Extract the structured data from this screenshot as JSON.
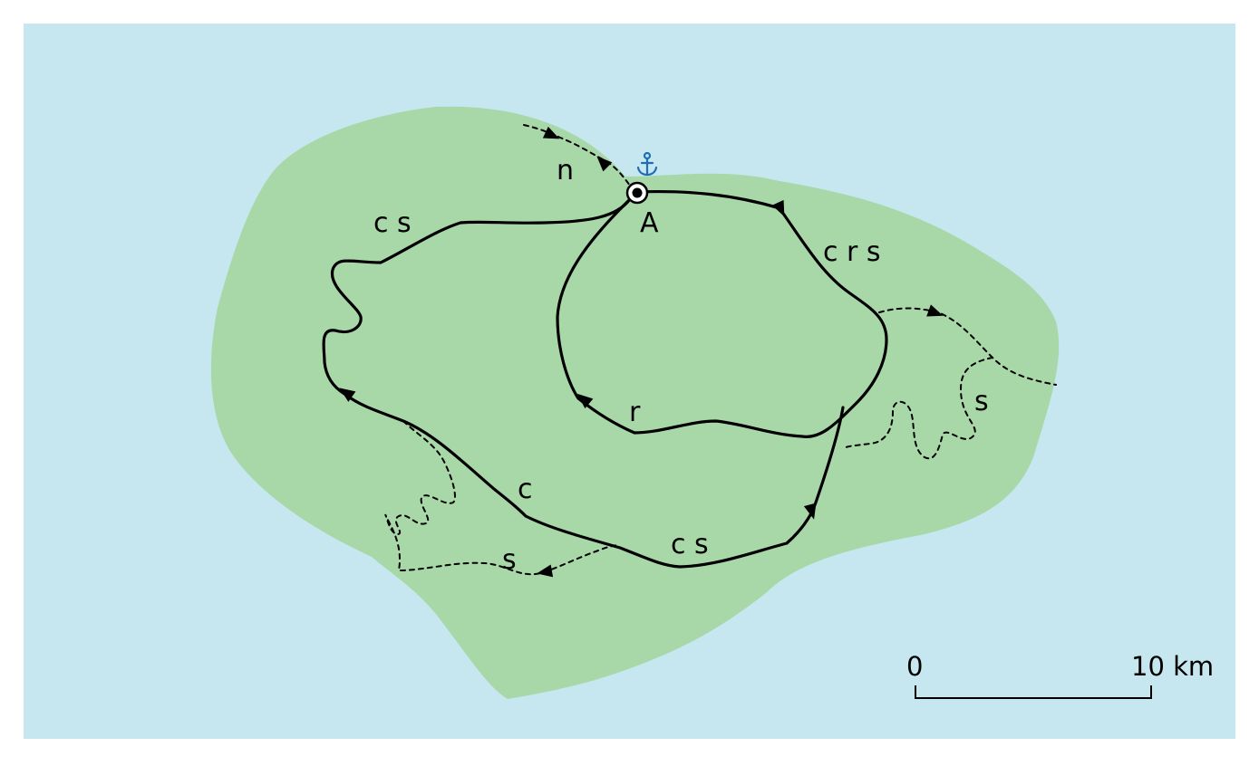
{
  "colors": {
    "sea": "#c6e6f0",
    "land": "#a8d8a8",
    "route": "#000000",
    "anchor": "#1e6eb4"
  },
  "point_a": {
    "label": "A",
    "icon": "anchor-icon"
  },
  "route_labels": {
    "north_trail": "n",
    "west_upper": "c s",
    "east_upper": "c r s",
    "inner_loop": "r",
    "southwest": "c",
    "south": "c s",
    "east_side_trail": "s",
    "south_side_trail": "s"
  },
  "scale_bar": {
    "start_label": "0",
    "end_label": "10 km"
  }
}
